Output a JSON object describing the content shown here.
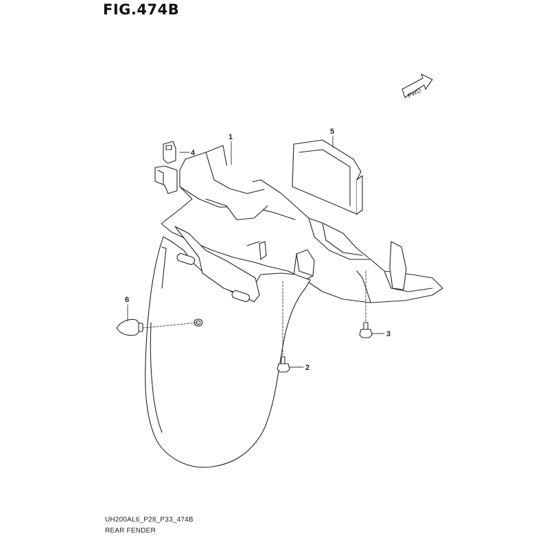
{
  "figure": {
    "title": "FIG.474B",
    "fwd_label": "FWD",
    "code": "UH200AL6_P28_P33_474B",
    "name": "REAR FENDER"
  },
  "callouts": [
    {
      "id": "1",
      "label": "1"
    },
    {
      "id": "2",
      "label": "2"
    },
    {
      "id": "3",
      "label": "3"
    },
    {
      "id": "4",
      "label": "4"
    },
    {
      "id": "5",
      "label": "5"
    },
    {
      "id": "6",
      "label": "6"
    }
  ],
  "colors": {
    "line": "#222222",
    "paper": "#ffffff",
    "shade": "#f2f2f2"
  }
}
